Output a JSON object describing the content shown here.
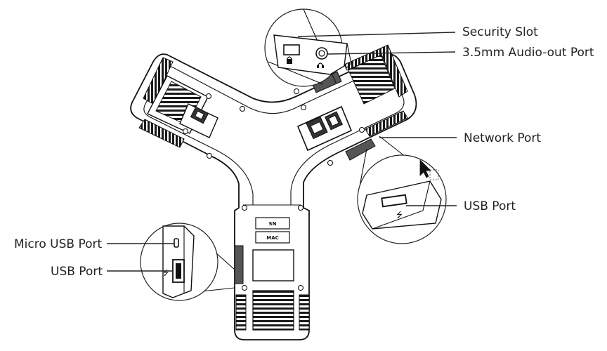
{
  "labels": {
    "security_slot": "Security Slot",
    "audio_out_port": "3.5mm Audio-out Port",
    "network_port": "Network Port",
    "usb_port_right": "USB Port",
    "micro_usb_port": "Micro USB Port",
    "usb_port_left": "USB Port"
  },
  "device_plate": {
    "sn": "SN",
    "mac": "MAC"
  },
  "colors": {
    "line": "#222222",
    "body": "#ffffff",
    "grille": "#1a1a1a",
    "rubber": "#555555"
  },
  "icons": [
    "lock-icon",
    "headphone-icon",
    "usb-icon",
    "cursor-icon"
  ]
}
